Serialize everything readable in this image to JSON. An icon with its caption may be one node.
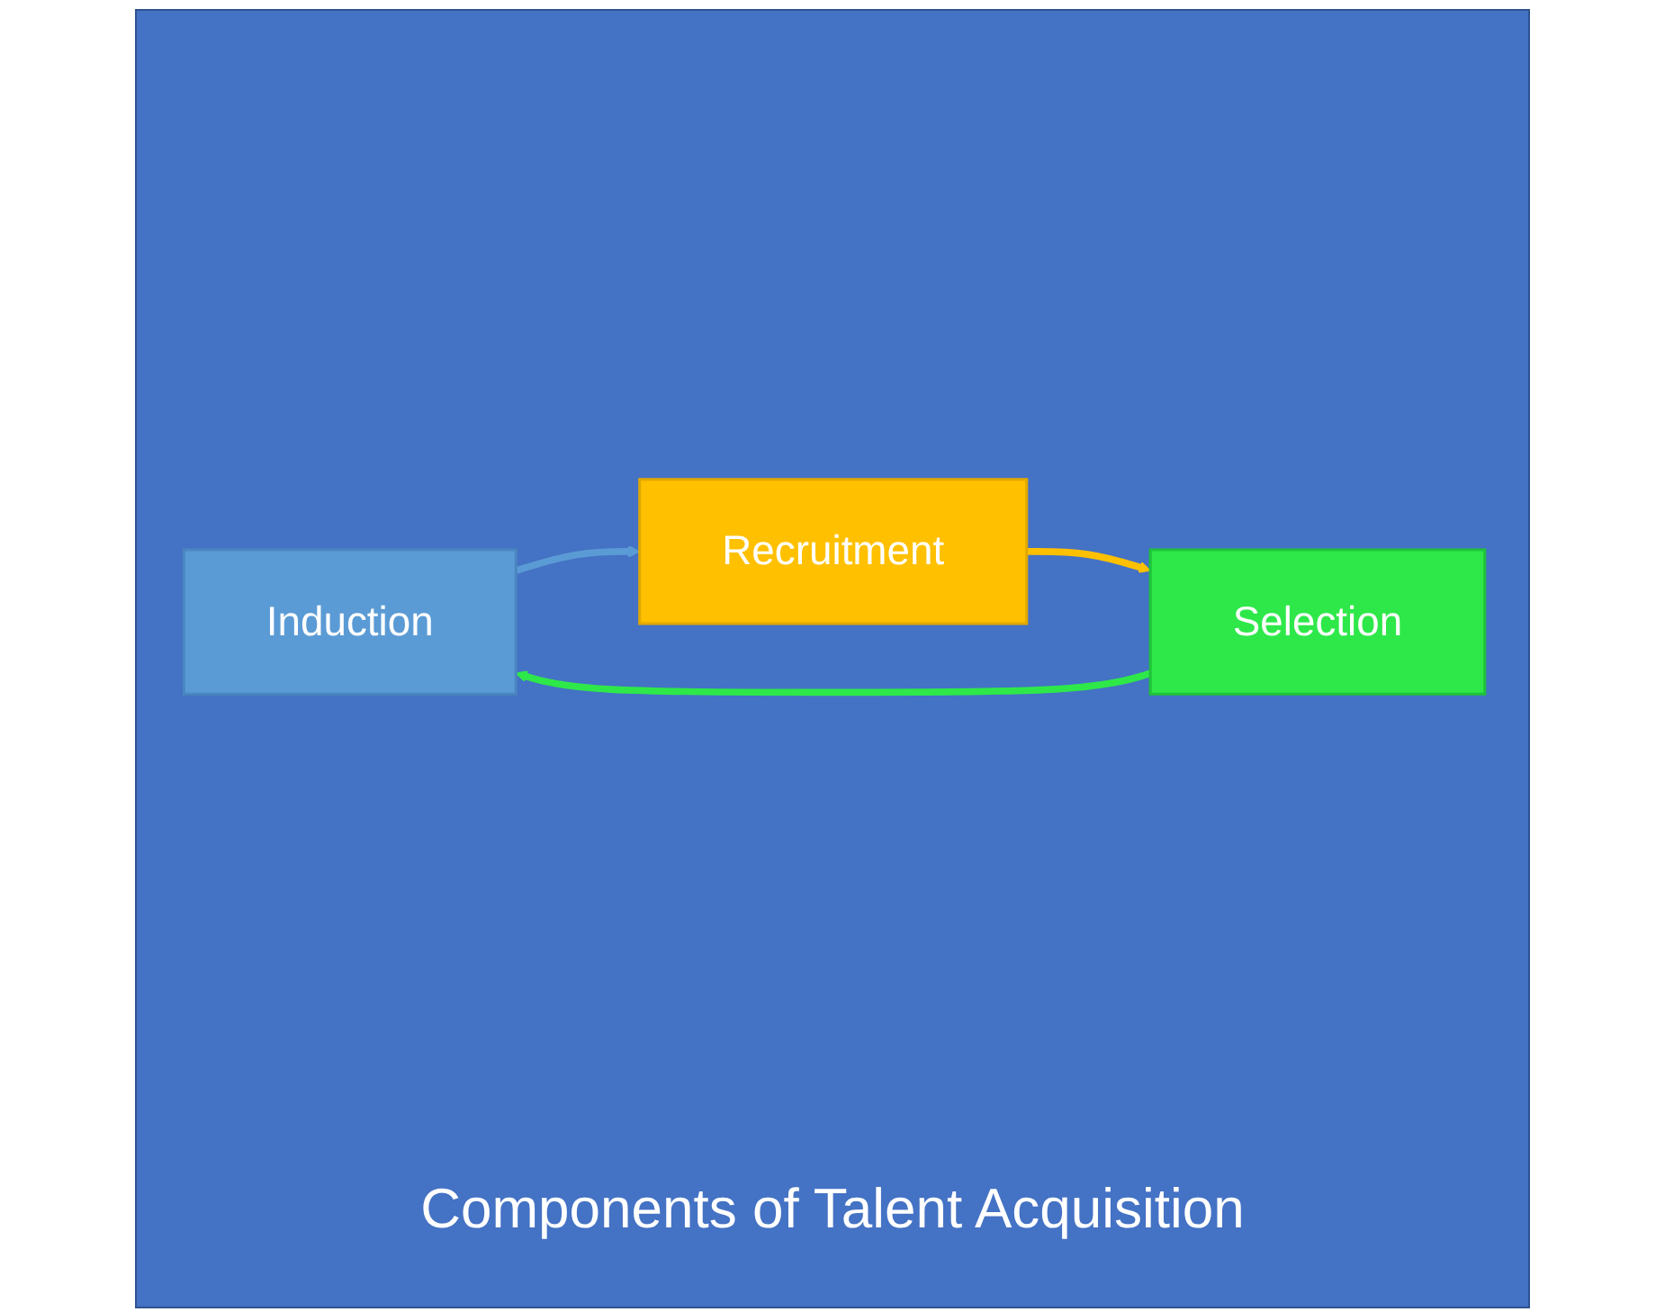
{
  "diagram": {
    "caption": "Components of Talent Acquisition",
    "nodes": [
      {
        "text": [
          "Induction"
        ]
      },
      {
        "text": [
          "Recruitment"
        ]
      },
      {
        "text": [
          "Selection"
        ]
      }
    ],
    "edges": [
      {
        "from": 0,
        "to": 1,
        "arrow": "to",
        "color": "#5b9bd5"
      },
      {
        "from": 1,
        "to": 2,
        "arrow": "to",
        "color": "#ffc000"
      },
      {
        "from": 2,
        "to": 0,
        "arrow": "to",
        "color": "#2ee84a"
      }
    ]
  }
}
